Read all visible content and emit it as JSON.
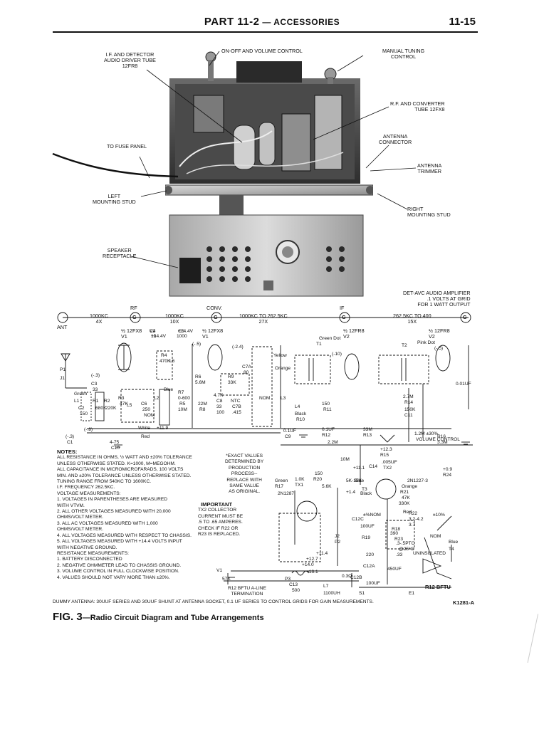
{
  "header": {
    "part": "PART 11-2",
    "dash": " — ",
    "section": "ACCESSORIES",
    "page_number": "11-15"
  },
  "photo_callouts": {
    "if_detector": [
      "I.F. AND DETECTOR",
      "AUDIO DRIVER TUBE",
      "12FR8"
    ],
    "on_off": "ON-OFF AND VOLUME CONTROL",
    "manual_tuning": [
      "MANUAL TUNING",
      "CONTROL"
    ],
    "rf_converter": [
      "R.F. AND CONVERTER",
      "TUBE 12FX8"
    ],
    "fuse_panel": "TO FUSE PANEL",
    "antenna_connector": [
      "ANTENNA",
      "CONNECTOR"
    ],
    "antenna_trimmer": [
      "ANTENNA",
      "TRIMMER"
    ],
    "left_stud": [
      "LEFT",
      "MOUNTING STUD"
    ],
    "right_stud": [
      "RIGHT",
      "MOUNTING STUD"
    ],
    "speaker": [
      "SPEAKER",
      "RECEPTACLE"
    ]
  },
  "schematic": {
    "amp_header": [
      "DET-AVC AUDIO AMPLIFIER",
      ".1 VOLTS AT GRID",
      "FOR 1 WATT OUTPUT"
    ],
    "chain": {
      "ant": "ANT",
      "rf": "RF",
      "conv": "CONV.",
      "if": "IF",
      "f1": "1000KC",
      "g1": "4X",
      "f2": "1000KC",
      "g2": "10X",
      "f3": "1000KC  TO  262.5KC",
      "g3": "27X",
      "f4": "262.5KC  TO  400",
      "g4": "15X",
      "g_symbol": "G"
    },
    "tubes": {
      "v1": "½ 12FX8",
      "v1b": "V1",
      "v1c": "½ 12FX8",
      "v1d": "V1",
      "v2": "½ 12FR8",
      "v2b": "V2",
      "v2c": "½ 12FR8",
      "v2d": "V2"
    },
    "parts": [
      "C4",
      "10",
      "C5",
      "1000",
      "(-.5)",
      "(-2.4)",
      "Yellow",
      "Orange",
      "R4",
      "470K",
      "L6",
      "R6",
      "5.6M",
      "R9",
      "33K",
      "C7A",
      "80",
      "Green Dot",
      "T1",
      "(-10)",
      "Pink Dot",
      "T2",
      "(-.5)",
      "P1",
      "J1",
      "(-.3)",
      "C3",
      "33",
      "Green",
      "L1",
      "C2",
      "150",
      "R1",
      "680K",
      "R2",
      "220K",
      "R3",
      "47K",
      "L5",
      "C6",
      "250",
      "NOM",
      "L2",
      "Blue",
      "R7",
      "0-600",
      "R5",
      "10M",
      "22M",
      "R8",
      "4.7K",
      "C8",
      "33",
      "100",
      "NTC",
      "C7B",
      ".415",
      "NOM",
      "L3",
      "L4",
      "Black",
      "R10",
      "150",
      "R11",
      "2.7M",
      "R14",
      "150K",
      "C11",
      "0.01UF",
      "(-.8)",
      "White",
      "+11.9",
      "Red",
      "(-.3)",
      "C1",
      "4-75",
      "C10",
      "0.1UF",
      "C9",
      "0.1UF",
      "R12",
      "33M",
      "R13",
      "2.2M",
      "+12.3",
      "R15",
      "1.2M ±30%",
      "VOLUME CONTROL",
      "R16",
      "3.3M",
      "10M",
      "+11.1",
      "C14",
      ".005UF",
      "TX2",
      "2N1227-3",
      "+0.9",
      "R24",
      "150",
      "R20",
      "5K-15K",
      "Blue",
      "T3",
      "Green",
      "R17",
      "1.0K",
      "TX1",
      "2N1287",
      "5.6K",
      "+1.4",
      "Black",
      "Orange",
      "R21",
      "47K",
      "330K",
      "Red",
      "R22",
      "3.2-4.2",
      "3.7",
      "±%NOM",
      "C12C",
      "100UF",
      "R18",
      "390",
      "R23",
      ".3-.5PTC",
      "@25°C",
      ".33",
      "±10%",
      "NOM",
      "UNINSULATED",
      "Blue",
      "T4",
      "J2",
      "P2",
      "R19",
      "220",
      "+11.4",
      "+12.7",
      "C12A",
      "450UF",
      "+14.0",
      "+13.1",
      "P3",
      "C13",
      "500",
      "L7",
      "1100UH",
      "0.3Ω",
      "C12B",
      "100UF",
      "S1",
      "E1",
      "V1",
      "57X",
      "V2",
      "+14.4V",
      "+14.4V"
    ]
  },
  "notes": {
    "title": "NOTES:",
    "lines": [
      "ALL RESISTANCE IN OHMS, ½ WATT AND ±20% TOLERANCE",
      "UNLESS OTHERWISE STATED. K=1000,  M=MEGOHM.",
      "ALL CAPACITANCE IN MICROMICROFARADS, 100 VOLTS",
      "MIN. AND ±20% TOLERANCE UNLESS OTHERWISE STATED.",
      "TUNING RANGE FROM 540KC TO 1600KC.",
      "I.F. FREQUENCY 262.5KC."
    ],
    "voltage_title": "VOLTAGE MEASUREMENTS:",
    "voltage_lines": [
      "1. VOLTAGES IN PARENTHESES ARE MEASURED",
      "    WITH VTVM.",
      "2. ALL OTHER VOLTAGES MEASURED WITH 20,000",
      "    OHMS/VOLT METER.",
      "3. ALL AC VOLTAGES MEASURED WITH 1,000",
      "    OHMS/VOLT METER.",
      "4. ALL VOLTAGES MEASURED WITH RESPECT TO CHASSIS.",
      "5. ALL VOLTAGES MEASURED WITH +14.4 VOLTS INPUT",
      "    WITH NEGATIVE GROUND."
    ],
    "resistance_title": "RESISTANCE MEASUREMENTS:",
    "resistance_lines": [
      "1. BATTERY DISCONNECTED",
      "2. NEGATIVE OHMMETER LEAD TO CHASSIS GROUND.",
      "3. VOLUME CONTROL IN FULL CLOCKWISE POSITION.",
      "4. VALUES SHOULD NOT VARY MORE THAN ±20%."
    ],
    "exact_lines": [
      "*EXACT VALUES",
      "DETERMINED BY",
      "PRODUCTION",
      "PROCESS--",
      "REPLACE WITH",
      "SAME VALUE",
      "AS ORIGINAL."
    ],
    "important_title": "IMPORTANT",
    "important_lines": [
      "TX2 COLLECTOR",
      "CURRENT MUST BE",
      ".5 TO .65 AMPERES.",
      "CHECK IF R22 OR",
      "R23 IS REPLACED."
    ],
    "bftu_lines": [
      "R12 BFTU A-LINE",
      "TERMINATION"
    ]
  },
  "r12_bftu": "R12 BFTU",
  "dummy_antenna": "DUMMY ANTENNA: 30UUF SERIES AND 30UUF SHUNT AT ANTENNA SOCKET, 0.1 UF SERIES TO CONTROL GRIDS FOR GAIN MEASUREMENTS.",
  "ref_code": "K1281-A",
  "figure": {
    "number": "FIG. 3",
    "caption": "—Radio Circuit Diagram and Tube Arrangements"
  }
}
